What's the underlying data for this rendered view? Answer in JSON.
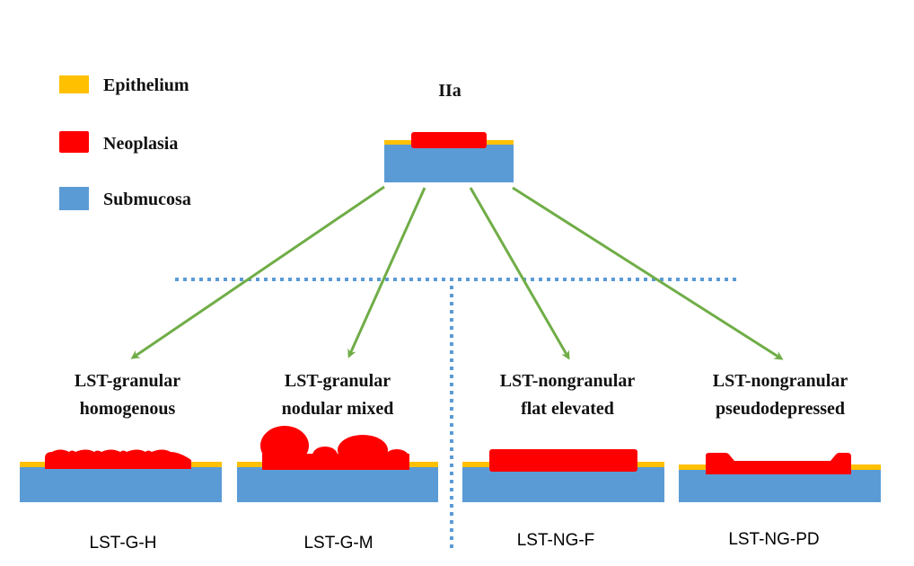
{
  "colors": {
    "epithelium": "#FFC000",
    "neoplasia": "#FF0000",
    "submucosa": "#5B9BD5",
    "arrow": "#70AD47",
    "divider": "#5B9BD5"
  },
  "legend": {
    "items": [
      {
        "label": "Epithelium",
        "color_key": "epithelium"
      },
      {
        "label": "Neoplasia",
        "color_key": "neoplasia"
      },
      {
        "label": "Submucosa",
        "color_key": "submucosa"
      }
    ]
  },
  "top": {
    "title": "IIa"
  },
  "types": [
    {
      "name_line1": "LST-granular",
      "name_line2": "homogenous",
      "abbr": "LST-G-H"
    },
    {
      "name_line1": "LST-granular",
      "name_line2": "nodular mixed",
      "abbr": "LST-G-M"
    },
    {
      "name_line1": "LST-nongranular",
      "name_line2": "flat elevated",
      "abbr": "LST-NG-F"
    },
    {
      "name_line1": "LST-nongranular",
      "name_line2": "pseudodepressed",
      "abbr": "LST-NG-PD"
    }
  ]
}
